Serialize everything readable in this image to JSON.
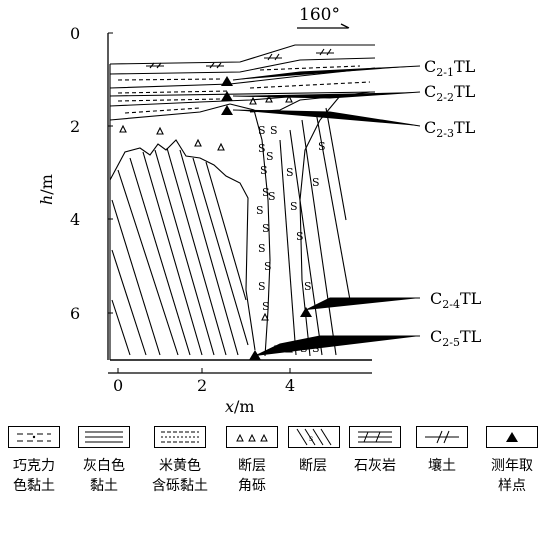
{
  "orientation": {
    "label": "160°"
  },
  "axes": {
    "y_label_italic": "h",
    "y_label_unit": "/m",
    "x_label_italic": "x",
    "x_label_unit": "/m",
    "y_ticks": [
      "0",
      "2",
      "4",
      "6"
    ],
    "x_ticks": [
      "0",
      "2",
      "4"
    ]
  },
  "samples": [
    {
      "id": "s1",
      "label_main": "C",
      "label_sub": "2-1",
      "label_tail": "TL"
    },
    {
      "id": "s2",
      "label_main": "C",
      "label_sub": "2-2",
      "label_tail": "TL"
    },
    {
      "id": "s3",
      "label_main": "C",
      "label_sub": "2-3",
      "label_tail": "TL"
    },
    {
      "id": "s4",
      "label_main": "C",
      "label_sub": "2-4",
      "label_tail": "TL"
    },
    {
      "id": "s5",
      "label_main": "C",
      "label_sub": "2-5",
      "label_tail": "TL"
    }
  ],
  "legend": [
    {
      "icon": "chocolate-clay-pattern",
      "line1": "巧克力",
      "line2": "色黏土"
    },
    {
      "icon": "gray-white-clay-pattern",
      "line1": "灰白色",
      "line2": "黏土"
    },
    {
      "icon": "beige-gravelly-clay-pattern",
      "line1": "米黄色",
      "line2": "含砾黏土"
    },
    {
      "icon": "fault-breccia-pattern",
      "line1": "断层",
      "line2": "角砾"
    },
    {
      "icon": "fault-pattern",
      "line1": "断层",
      "line2": ""
    },
    {
      "icon": "limestone-pattern",
      "line1": "石灰岩",
      "line2": ""
    },
    {
      "icon": "soil-pattern",
      "line1": "壤土",
      "line2": ""
    },
    {
      "icon": "sampling-point-pattern",
      "line1": "测年取",
      "line2": "样点"
    }
  ]
}
